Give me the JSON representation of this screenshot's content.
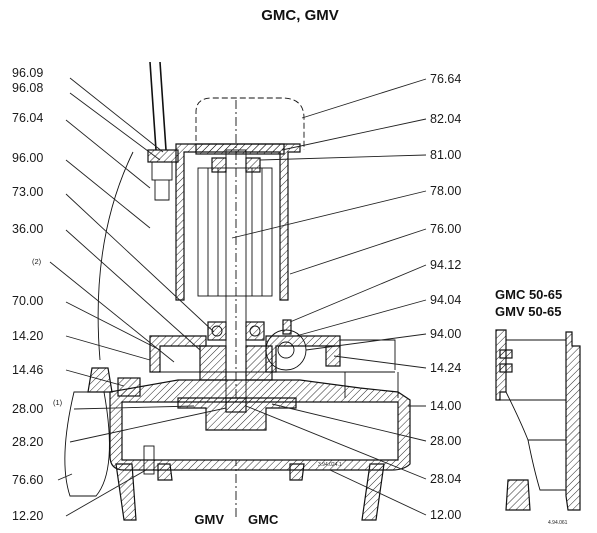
{
  "diagram": {
    "title": "GMC, GMV",
    "bottom_labels": {
      "left": "GMV",
      "right": "GMC"
    },
    "drawing_code_main": "3.94.024.1",
    "labels_left": [
      {
        "id": "96.09",
        "text": "96.09"
      },
      {
        "id": "96.08",
        "text": "96.08"
      },
      {
        "id": "76.04",
        "text": "76.04"
      },
      {
        "id": "96.00",
        "text": "96.00"
      },
      {
        "id": "73.00",
        "text": "73.00"
      },
      {
        "id": "36.00",
        "text": "36.00"
      },
      {
        "id": "note2",
        "text": "(2)"
      },
      {
        "id": "70.00",
        "text": "70.00"
      },
      {
        "id": "14.20",
        "text": "14.20"
      },
      {
        "id": "14.46",
        "text": "14.46"
      },
      {
        "id": "28.00",
        "text": "28.00"
      },
      {
        "id": "28.20",
        "text": "28.20"
      },
      {
        "id": "76.60",
        "text": "76.60"
      },
      {
        "id": "12.20",
        "text": "12.20"
      }
    ],
    "note1": "(1)",
    "labels_right": [
      {
        "id": "76.64",
        "text": "76.64"
      },
      {
        "id": "82.04",
        "text": "82.04"
      },
      {
        "id": "81.00",
        "text": "81.00"
      },
      {
        "id": "78.00",
        "text": "78.00"
      },
      {
        "id": "76.00",
        "text": "76.00"
      },
      {
        "id": "94.12",
        "text": "94.12"
      },
      {
        "id": "94.04",
        "text": "94.04"
      },
      {
        "id": "94.00",
        "text": "94.00"
      },
      {
        "id": "14.24",
        "text": "14.24"
      },
      {
        "id": "14.00",
        "text": "14.00"
      },
      {
        "id": "28.00r",
        "text": "28.00"
      },
      {
        "id": "28.04",
        "text": "28.04"
      },
      {
        "id": "12.00",
        "text": "12.00"
      }
    ],
    "side_view": {
      "title_line1": "GMC 50-65",
      "title_line2": "GMV 50-65",
      "drawing_code": "4.94.061"
    }
  }
}
